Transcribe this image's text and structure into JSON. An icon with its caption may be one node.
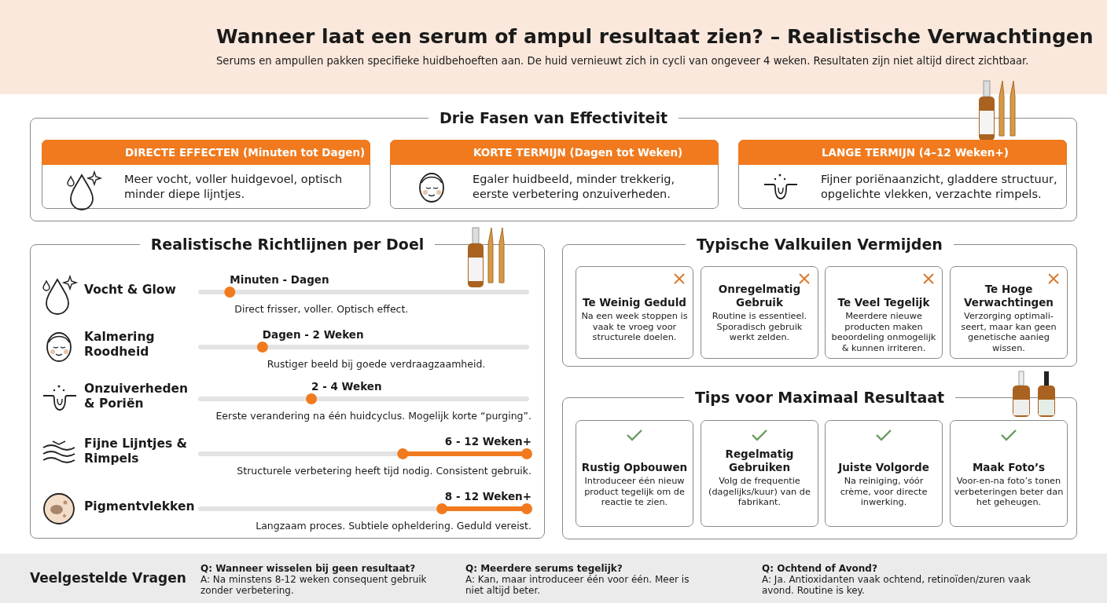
{
  "diagram": {
    "title": "Wanneer laat een serum of ampul resultaat zien? – Realistische Verwachtingen",
    "labels": [
      "Serums en ampullen pakken specifieke huidbehoeften aan. De huid vernieuwt zich in cycli van ongeveer 4 weken. Resultaten zijn niet altijd direct zichtbaar."
    ],
    "nodes": [
      {
        "text": [
          "Drie Fasen van Effectiviteit"
        ]
      },
      {
        "text": [
          "DIRECTE EFFECTEN (Minuten tot Dagen)",
          "Meer vocht, voller huidgevoel, optisch minder diepe lijntjes."
        ],
        "in": 0
      },
      {
        "text": [
          "KORTE TERMIJN (Dagen tot Weken)",
          "Egaler huidbeeld, minder trekkerig, eerste verbetering onzuiverheden."
        ],
        "in": 0
      },
      {
        "text": [
          "LANGE TERMIJN (4–12 Weken+)",
          "Fijner poriënaanzicht, gladdere structuur, opgelichte vlekken, verzachte rimpels."
        ],
        "in": 0
      },
      {
        "text": [
          "Realistische Richtlijnen per Doel"
        ]
      },
      {
        "text": [
          "Vocht & Glow",
          "Minuten - Dagen",
          "Direct frisser, voller. Optisch effect."
        ],
        "in": 4
      },
      {
        "text": [
          "Kalmering Roodheid",
          "Dagen - 2 Weken",
          "Rustiger beeld bij goede verdraagzaamheid."
        ],
        "in": 4
      },
      {
        "text": [
          "Onzuiverheden & Poriën",
          "2 - 4 Weken",
          "Eerste verandering na één huidcyclus. Mogelijk korte “purging”."
        ],
        "in": 4
      },
      {
        "text": [
          "Fijne Lijntjes & Rimpels",
          "6 - 12 Weken+",
          "Structurele verbetering heeft tijd nodig. Consistent gebruik."
        ],
        "in": 4
      },
      {
        "text": [
          "Pigmentvlekken",
          "8 - 12 Weken+",
          "Langzaam proces. Subtiele opheldering. Geduld vereist."
        ],
        "in": 4
      },
      {
        "text": [
          "Typische Valkuilen Vermijden"
        ]
      },
      {
        "text": [
          "Te Weinig Geduld",
          "Na een week stoppen is vaak te vroeg voor structurele doelen."
        ],
        "in": 10
      },
      {
        "text": [
          "Onregelmatig Gebruik",
          "Routine is essentieel. Sporadisch gebruik werkt zelden."
        ],
        "in": 10
      },
      {
        "text": [
          "Te Veel Tegelijk",
          "Meerdere nieuwe producten maken beoordeling onmogelijk & kunnen irriteren."
        ],
        "in": 10
      },
      {
        "text": [
          "Te Hoge Verwachtingen",
          "Verzorging optimali-seert, maar kan geen genetische aanieg wissen."
        ],
        "in": 10
      },
      {
        "text": [
          "Tips voor Maximaal Resultaat"
        ]
      },
      {
        "text": [
          "Rustig Opbouwen",
          "Introduceer één nieuw product tegelijk om de reactie te zien."
        ],
        "in": 15
      },
      {
        "text": [
          "Regelmatig Gebruiken",
          "Volg de frequentie (dagelijks/kuur) van de fabrikant."
        ],
        "in": 15
      },
      {
        "text": [
          "Juiste Volgorde",
          "Na reiniging, vóór crème, voor directe inwerking."
        ],
        "in": 15
      },
      {
        "text": [
          "Maak Foto’s",
          "Voor-en-na foto’s tonen verbeteringen beter dan het geheugen."
        ],
        "in": 15
      },
      {
        "text": [
          "Veelgestelde Vragen"
        ]
      },
      {
        "text": [
          "Q: Wanneer wisselen bij geen resultaat?",
          "A: Na minstens 8-12 weken consequent gebruik zonder verbetering."
        ],
        "in": 20
      },
      {
        "text": [
          "Q: Meerdere serums tegelijk?",
          "A: Kan, maar introduceer één voor één. Meer is niet altijd beter."
        ],
        "in": 20
      },
      {
        "text": [
          "Q: Ochtend of Avond?",
          "A: Ja. Antioxidanten vaak ochtend, retinoïden/zuren vaak avond. Routine is key."
        ],
        "in": 20
      }
    ]
  }
}
